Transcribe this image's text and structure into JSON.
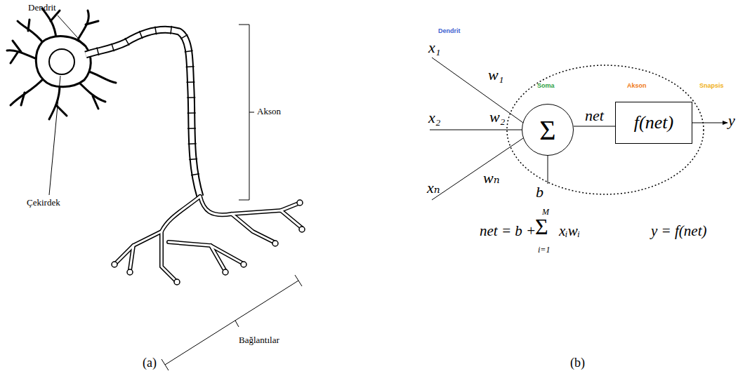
{
  "diagram": {
    "nodes": [
      {
        "text": [
          "Σ"
        ]
      },
      {
        "text": [
          "f(net)"
        ]
      }
    ],
    "edges": [
      {
        "from": 0,
        "to": 1,
        "label": "net",
        "arrow": "none"
      }
    ],
    "labels": [
      "Dendrit",
      "Çekirdek",
      "Akson",
      "Bağlantılar",
      "(a)",
      "Dendrit",
      "Soma",
      "Akson",
      "Snapsis",
      "x₁",
      "w₁",
      "x₂",
      "w₂",
      "xₙ",
      "wₙ",
      "b",
      "y",
      "net = b +",
      "M",
      "Σ",
      "i=1",
      "xᵢwᵢ",
      "y = f(net)",
      "(b)"
    ]
  }
}
